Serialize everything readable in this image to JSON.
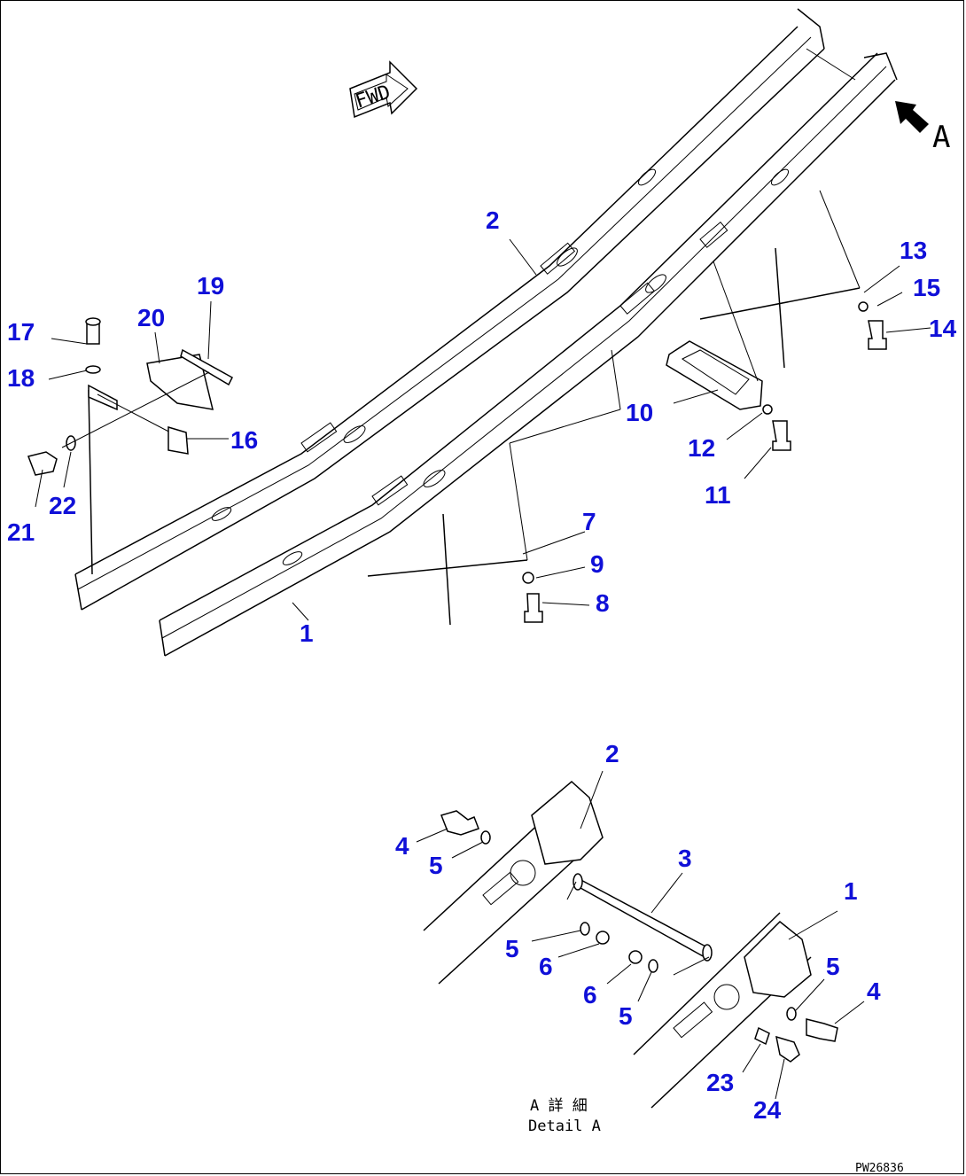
{
  "callouts": [
    {
      "id": "c1a",
      "text": "1"
    },
    {
      "id": "c2a",
      "text": "2"
    },
    {
      "id": "c7",
      "text": "7"
    },
    {
      "id": "c8",
      "text": "8"
    },
    {
      "id": "c9",
      "text": "9"
    },
    {
      "id": "c10",
      "text": "10"
    },
    {
      "id": "c11",
      "text": "11"
    },
    {
      "id": "c12",
      "text": "12"
    },
    {
      "id": "c13",
      "text": "13"
    },
    {
      "id": "c14",
      "text": "14"
    },
    {
      "id": "c15",
      "text": "15"
    },
    {
      "id": "c16",
      "text": "16"
    },
    {
      "id": "c17",
      "text": "17"
    },
    {
      "id": "c18",
      "text": "18"
    },
    {
      "id": "c19",
      "text": "19"
    },
    {
      "id": "c20",
      "text": "20"
    },
    {
      "id": "c21",
      "text": "21"
    },
    {
      "id": "c22",
      "text": "22"
    },
    {
      "id": "c2b",
      "text": "2"
    },
    {
      "id": "c3",
      "text": "3"
    },
    {
      "id": "c1b",
      "text": "1"
    },
    {
      "id": "c4a",
      "text": "4"
    },
    {
      "id": "c5a",
      "text": "5"
    },
    {
      "id": "c5b",
      "text": "5"
    },
    {
      "id": "c6a",
      "text": "6"
    },
    {
      "id": "c6b",
      "text": "6"
    },
    {
      "id": "c5c",
      "text": "5"
    },
    {
      "id": "c5d",
      "text": "5"
    },
    {
      "id": "c4b",
      "text": "4"
    },
    {
      "id": "c23",
      "text": "23"
    },
    {
      "id": "c24",
      "text": "24"
    }
  ],
  "fwd_label": "FWD",
  "view_letter": "A",
  "detail_jp": "A 詳 細",
  "detail_en": "Detail A",
  "drawing_code": "PW26836"
}
